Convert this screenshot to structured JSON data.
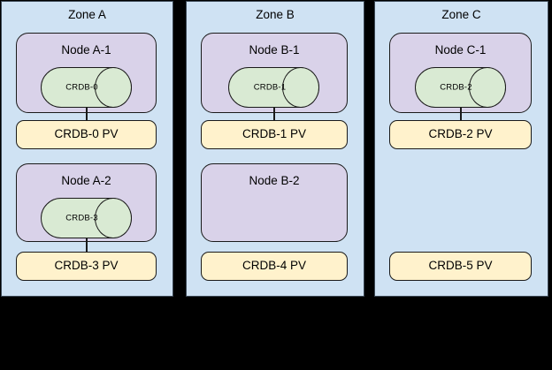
{
  "colors": {
    "canvas_background": "#000000",
    "zone_fill": "#cfe2f3",
    "zone_border": "#3b4754",
    "node_fill": "#d9d2e9",
    "pod_cylinder_fill": "#d9ead3",
    "pv_fill": "#fff2cc",
    "shape_border": "#1a1a1a"
  },
  "zones": [
    {
      "label": "Zone A",
      "nodes": [
        {
          "label": "Node A-1",
          "pod": "CRDB-0"
        },
        {
          "label": "Node A-2",
          "pod": "CRDB-3"
        }
      ],
      "pvs": [
        "CRDB-0 PV",
        "CRDB-3 PV"
      ]
    },
    {
      "label": "Zone B",
      "nodes": [
        {
          "label": "Node B-1",
          "pod": "CRDB-1"
        },
        {
          "label": "Node B-2"
        }
      ],
      "pvs": [
        "CRDB-1 PV",
        "CRDB-4 PV"
      ]
    },
    {
      "label": "Zone C",
      "nodes": [
        {
          "label": "Node C-1",
          "pod": "CRDB-2"
        }
      ],
      "pvs": [
        "CRDB-2 PV",
        "CRDB-5 PV"
      ]
    }
  ]
}
